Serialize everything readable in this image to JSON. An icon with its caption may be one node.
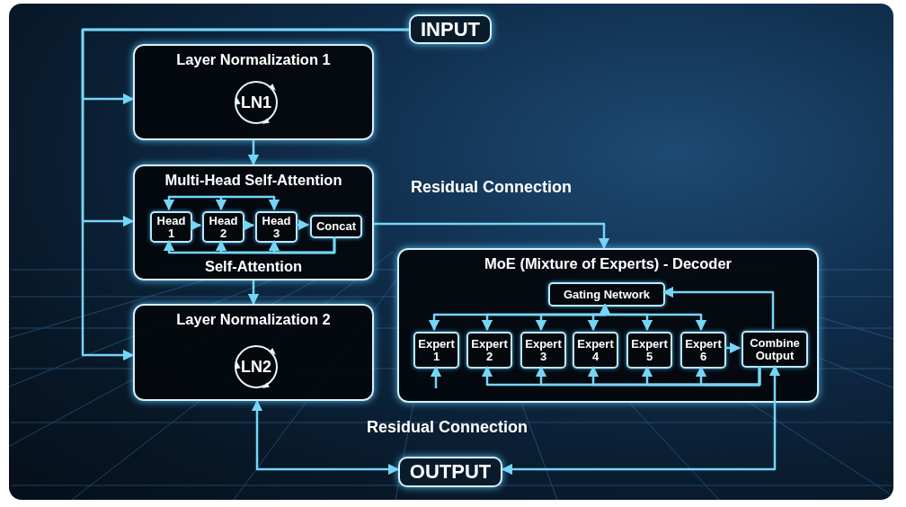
{
  "diagram": {
    "nodes": [
      {
        "text": [
          "INPUT"
        ]
      },
      {
        "text": [
          "Layer Normalization 1"
        ]
      },
      {
        "text": [
          "LN1"
        ],
        "in": 1
      },
      {
        "text": [
          "Multi-Head Self-Attention",
          "Self-Attention"
        ]
      },
      {
        "text": [
          "Head 1"
        ],
        "in": 3
      },
      {
        "text": [
          "Head 2"
        ],
        "in": 3
      },
      {
        "text": [
          "Head 3"
        ],
        "in": 3
      },
      {
        "text": [
          "Concat"
        ],
        "in": 3
      },
      {
        "text": [
          "Layer Normalization 2"
        ]
      },
      {
        "text": [
          "LN2"
        ],
        "in": 8
      },
      {
        "text": [
          "MoE (Mixture of Experts) - Decoder"
        ]
      },
      {
        "text": [
          "Gating Network"
        ],
        "in": 10
      },
      {
        "text": [
          "Expert 1"
        ],
        "in": 10
      },
      {
        "text": [
          "Expert 2"
        ],
        "in": 10
      },
      {
        "text": [
          "Expert 3"
        ],
        "in": 10
      },
      {
        "text": [
          "Expert 4"
        ],
        "in": 10
      },
      {
        "text": [
          "Expert 5"
        ],
        "in": 10
      },
      {
        "text": [
          "Expert 6"
        ],
        "in": 10
      },
      {
        "text": [
          "Combine Output"
        ],
        "in": 10
      },
      {
        "text": [
          "OUTPUT"
        ]
      }
    ],
    "edges": [
      {
        "from": 0,
        "to": 1,
        "arrow": "to"
      },
      {
        "from": 0,
        "to": 3,
        "arrow": "to"
      },
      {
        "from": 0,
        "to": 8,
        "arrow": "to"
      },
      {
        "from": 1,
        "to": 3,
        "arrow": "to"
      },
      {
        "from": 3,
        "to": 8,
        "arrow": "to"
      },
      {
        "from": 4,
        "to": 5,
        "arrow": "to"
      },
      {
        "from": 5,
        "to": 6,
        "arrow": "to"
      },
      {
        "from": 6,
        "to": 7,
        "arrow": "to"
      },
      {
        "from": null,
        "to": 4,
        "arrow": "to"
      },
      {
        "from": null,
        "to": 5,
        "arrow": "to"
      },
      {
        "from": null,
        "to": 6,
        "arrow": "to"
      },
      {
        "from": 7,
        "to": 4,
        "arrow": "to"
      },
      {
        "from": 7,
        "to": 5,
        "arrow": "to"
      },
      {
        "from": 7,
        "to": 6,
        "arrow": "to"
      },
      {
        "from": 3,
        "to": 10,
        "arrow": "to",
        "label": "Residual Connection"
      },
      {
        "from": 11,
        "to": 12,
        "arrow": "both"
      },
      {
        "from": 11,
        "to": 13,
        "arrow": "both"
      },
      {
        "from": 11,
        "to": 14,
        "arrow": "both"
      },
      {
        "from": 11,
        "to": 15,
        "arrow": "both"
      },
      {
        "from": 11,
        "to": 16,
        "arrow": "both"
      },
      {
        "from": 11,
        "to": 17,
        "arrow": "both"
      },
      {
        "from": 17,
        "to": 18,
        "arrow": "to"
      },
      {
        "from": 18,
        "to": 11,
        "arrow": "to"
      },
      {
        "from": null,
        "to": 12,
        "arrow": "to"
      },
      {
        "from": 18,
        "to": 13,
        "arrow": "to"
      },
      {
        "from": 18,
        "to": 14,
        "arrow": "to"
      },
      {
        "from": 18,
        "to": 15,
        "arrow": "to"
      },
      {
        "from": 18,
        "to": 16,
        "arrow": "to"
      },
      {
        "from": 18,
        "to": 17,
        "arrow": "to"
      },
      {
        "from": 19,
        "to": 18,
        "arrow": "both"
      },
      {
        "from": 19,
        "to": 8,
        "arrow": "both"
      }
    ],
    "labels": [
      "Residual Connection"
    ]
  }
}
